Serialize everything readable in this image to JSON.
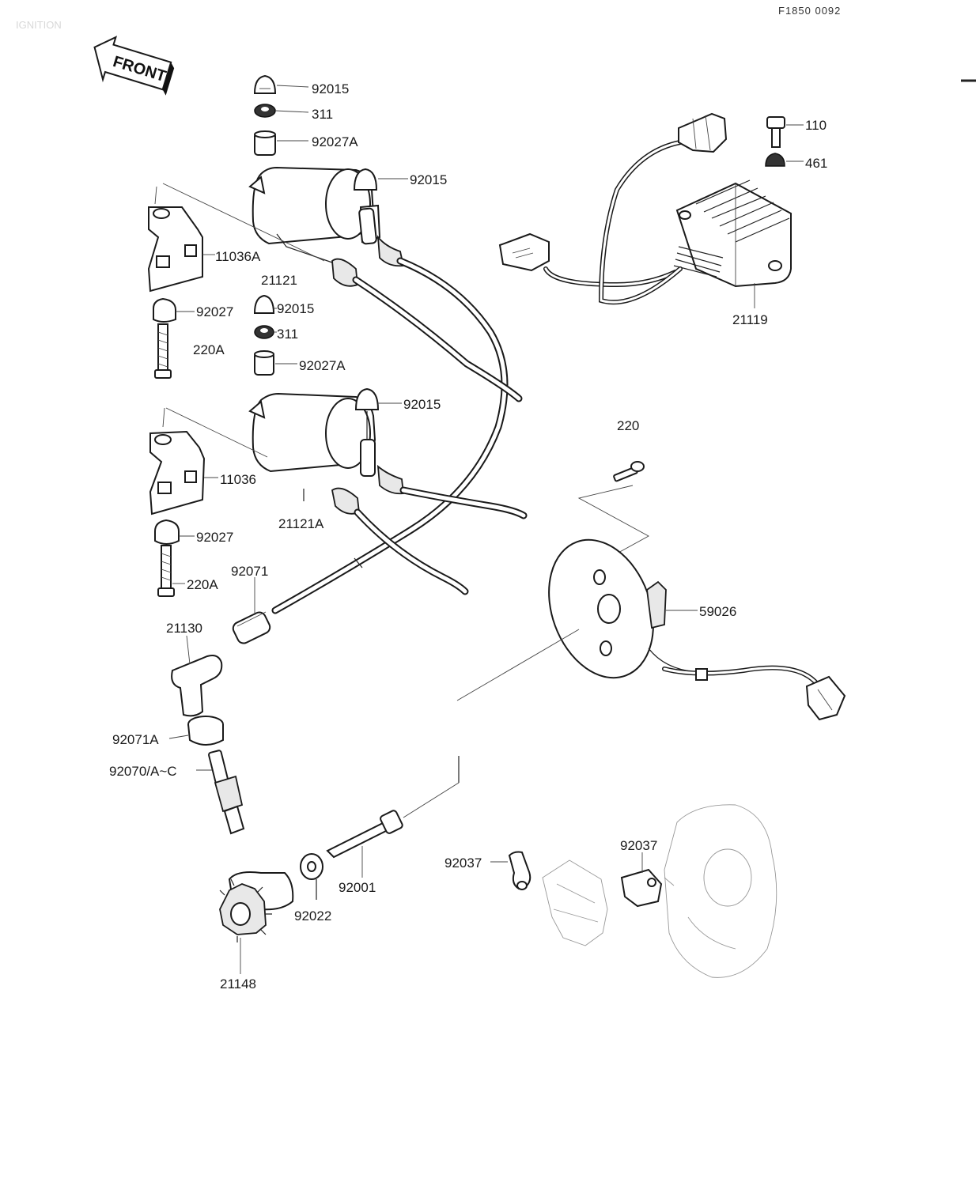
{
  "header": {
    "section_title": "IGNITION",
    "reference_code": "F1850 0092"
  },
  "front_arrow": {
    "label": "FRONT"
  },
  "callouts": {
    "c92015_a": "92015",
    "c311_a": "311",
    "c92027A_a": "92027A",
    "c92015_b": "92015",
    "c11036A": "11036A",
    "c21121": "21121",
    "c92027_a": "92027",
    "c92015_c": "92015",
    "c311_b": "311",
    "c220A_a": "220A",
    "c92027A_b": "92027A",
    "c92015_d": "92015",
    "c11036": "11036",
    "c21121A": "21121A",
    "c92027_b": "92027",
    "c220A_b": "220A",
    "c92071": "92071",
    "c21130": "21130",
    "c92071A": "92071A",
    "c92070AC": "92070/A~C",
    "c110": "110",
    "c461": "461",
    "c21119": "21119",
    "c220": "220",
    "c59026": "59026",
    "c92001": "92001",
    "c92022": "92022",
    "c21148": "21148",
    "c92037_a": "92037",
    "c92037_b": "92037"
  }
}
